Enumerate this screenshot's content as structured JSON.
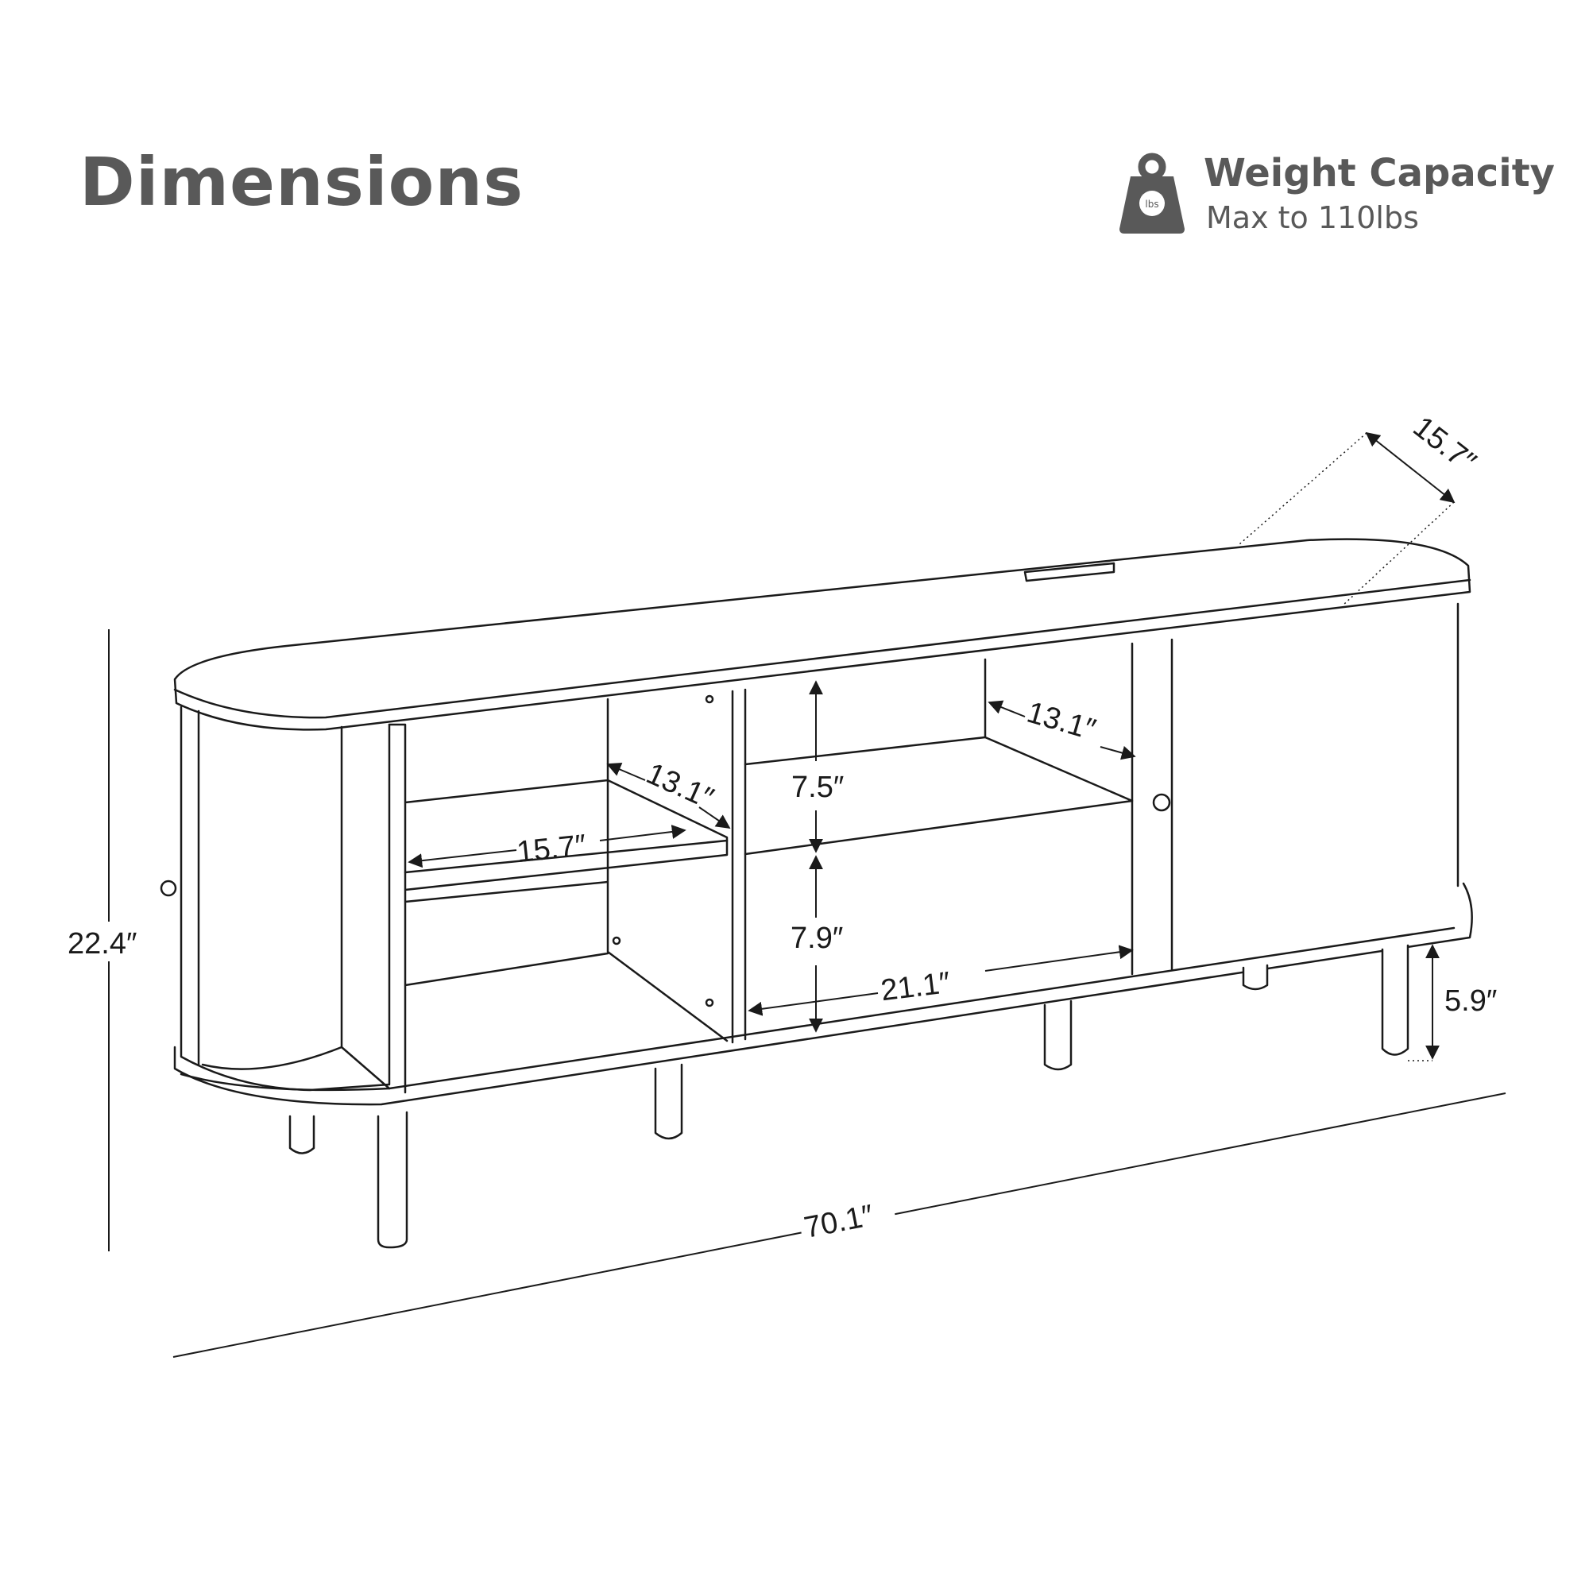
{
  "title": "Dimensions",
  "weight": {
    "icon": "weight-icon",
    "icon_label": "lbs",
    "title": "Weight Capacity",
    "subtitle": "Max to 110lbs"
  },
  "dimensions": {
    "height": "22.4″",
    "width": "70.1″",
    "depth": "15.7″",
    "left_shelf_width": "15.7″",
    "left_shelf_depth": "13.1″",
    "center_shelf_depth": "13.1″",
    "center_upper_height": "7.5″",
    "center_lower_height": "7.9″",
    "center_width": "21.1″",
    "leg_height": "5.9″"
  },
  "colors": {
    "text": "#595959",
    "line": "#1a1a1a"
  }
}
